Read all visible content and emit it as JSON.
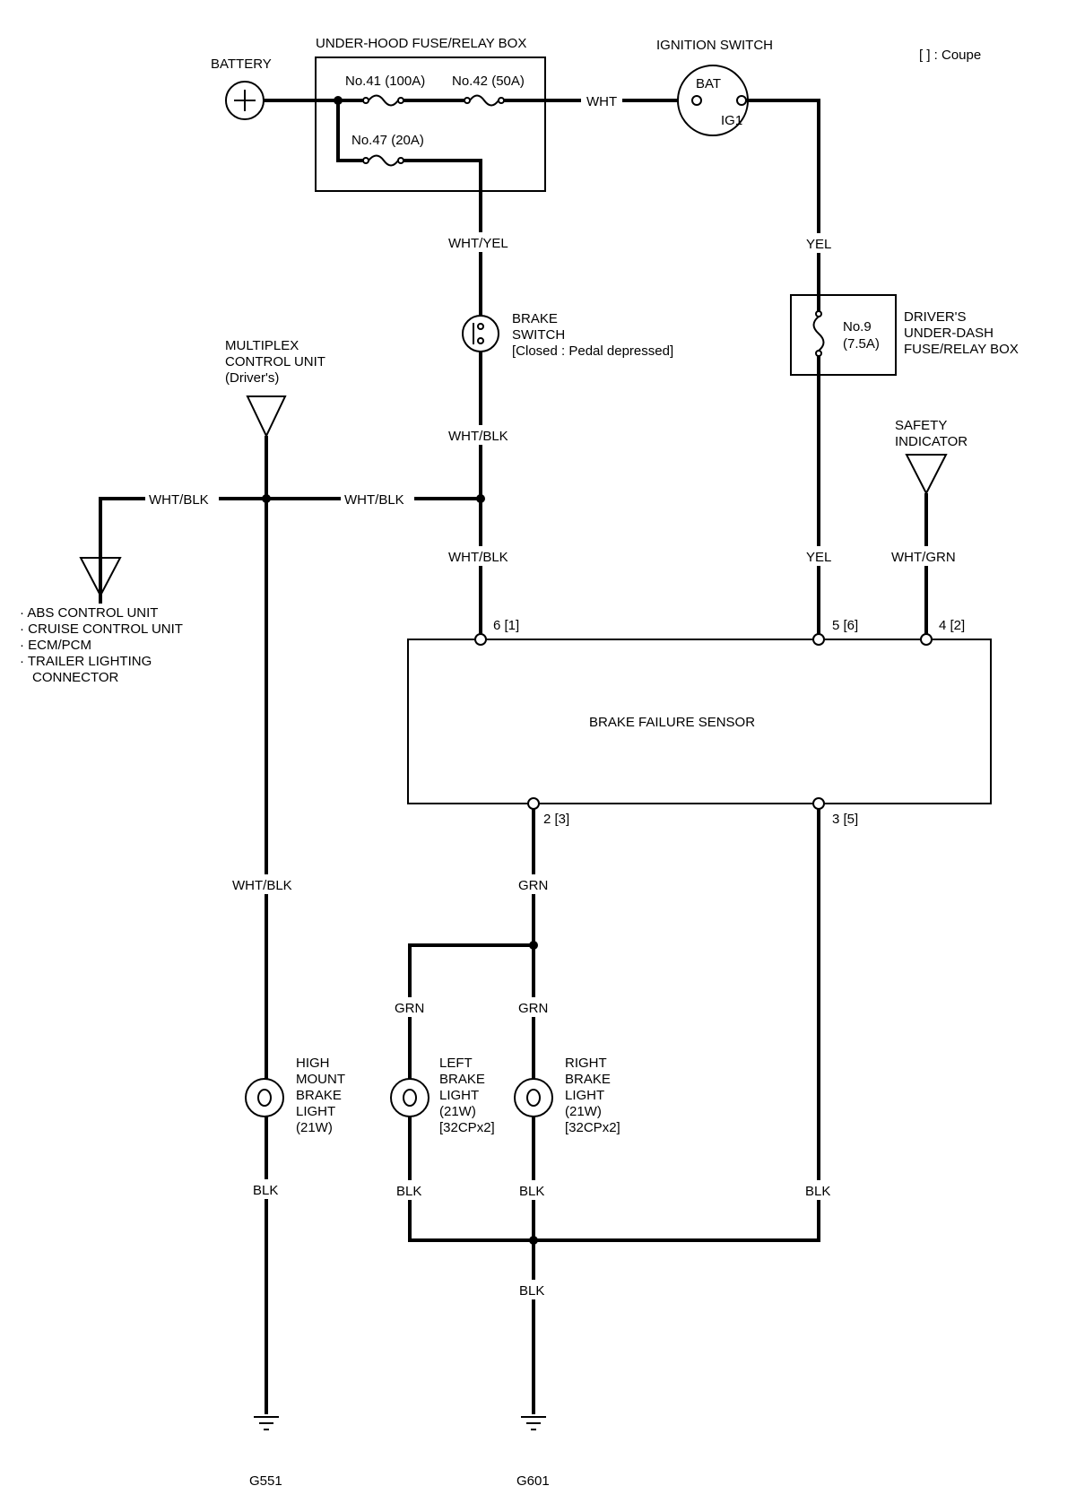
{
  "coupe_note": "[    ] : Coupe",
  "battery": {
    "label": "BATTERY",
    "symbol": "+"
  },
  "underhood_box": {
    "label": "UNDER-HOOD FUSE/RELAY BOX",
    "fuse_41": "No.41 (100A)",
    "fuse_42": "No.42 (50A)",
    "fuse_47": "No.47 (20A)"
  },
  "ignition_switch": {
    "label": "IGNITION SWITCH",
    "bat": "BAT",
    "ig1": "IG1"
  },
  "underdash_box": {
    "fuse_9": "No.9",
    "fuse_9_rating": "(7.5A)",
    "label_lines": [
      "DRIVER'S",
      "UNDER-DASH",
      "FUSE/RELAY BOX"
    ]
  },
  "brake_switch": {
    "label_lines": [
      "BRAKE",
      "SWITCH",
      "[Closed : Pedal depressed]"
    ]
  },
  "multiplex_unit": {
    "label_lines": [
      "MULTIPLEX",
      "CONTROL UNIT",
      "(Driver's)"
    ]
  },
  "safety_indicator": {
    "label_lines": [
      "SAFETY",
      "INDICATOR"
    ]
  },
  "left_destinations": [
    "· ABS CONTROL UNIT",
    "· CRUISE CONTROL UNIT",
    "· ECM/PCM",
    "· TRAILER LIGHTING",
    "CONNECTOR"
  ],
  "sensor": {
    "label": "BRAKE FAILURE SENSOR",
    "pin_top_left": "6 [1]",
    "pin_top_mid": "5 [6]",
    "pin_top_right": "4 [2]",
    "pin_bottom_left": "2 [3]",
    "pin_bottom_right": "3 [5]"
  },
  "wires": {
    "wht": "WHT",
    "wht_yel": "WHT/YEL",
    "yel_upper": "YEL",
    "yel_lower": "YEL",
    "wht_blk_switch": "WHT/BLK",
    "wht_blk_left": "WHT/BLK",
    "wht_blk_mid": "WHT/BLK",
    "wht_blk_lower": "WHT/BLK",
    "wht_blk_high_mount": "WHT/BLK",
    "wht_grn": "WHT/GRN",
    "grn_main": "GRN",
    "grn_left": "GRN",
    "grn_right": "GRN",
    "blk_high_mount": "BLK",
    "blk_left": "BLK",
    "blk_right": "BLK",
    "blk_sensor": "BLK",
    "blk_ground": "BLK"
  },
  "lights": {
    "high_mount": [
      "HIGH",
      "MOUNT",
      "BRAKE",
      "LIGHT",
      "(21W)"
    ],
    "left": [
      "LEFT",
      "BRAKE",
      "LIGHT",
      "(21W)",
      "[32CPx2]"
    ],
    "right": [
      "RIGHT",
      "BRAKE",
      "LIGHT",
      "(21W)",
      "[32CPx2]"
    ]
  },
  "grounds": {
    "g551": "G551",
    "g601": "G601"
  }
}
